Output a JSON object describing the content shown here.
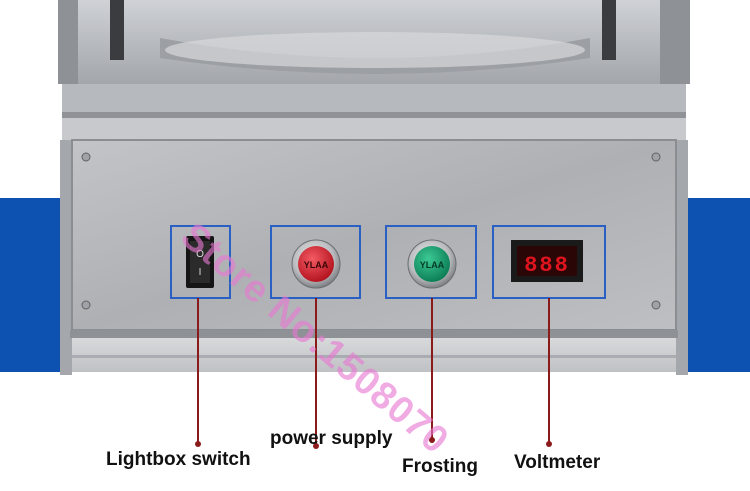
{
  "labels": {
    "lightbox_switch": "Lightbox switch",
    "power_supply": "power supply",
    "frosting": "Frosting",
    "voltmeter": "Voltmeter"
  },
  "buttons": {
    "power_supply_text": "YLAA",
    "frosting_text": "YLAA"
  },
  "display": {
    "voltmeter_readout": "888"
  },
  "switch_marks": {
    "off": "O",
    "on": "I"
  },
  "watermark": "Store No:1508070",
  "colors": {
    "blue_band": "#0d52b0",
    "panel_steel": "#b3b5b8",
    "callout_line": "#8b1a1a",
    "highlight_box": "#2a5fc4",
    "power_button": "#d11a2a",
    "frosting_button": "#0f9e6a",
    "display_digits": "#e0141e"
  }
}
